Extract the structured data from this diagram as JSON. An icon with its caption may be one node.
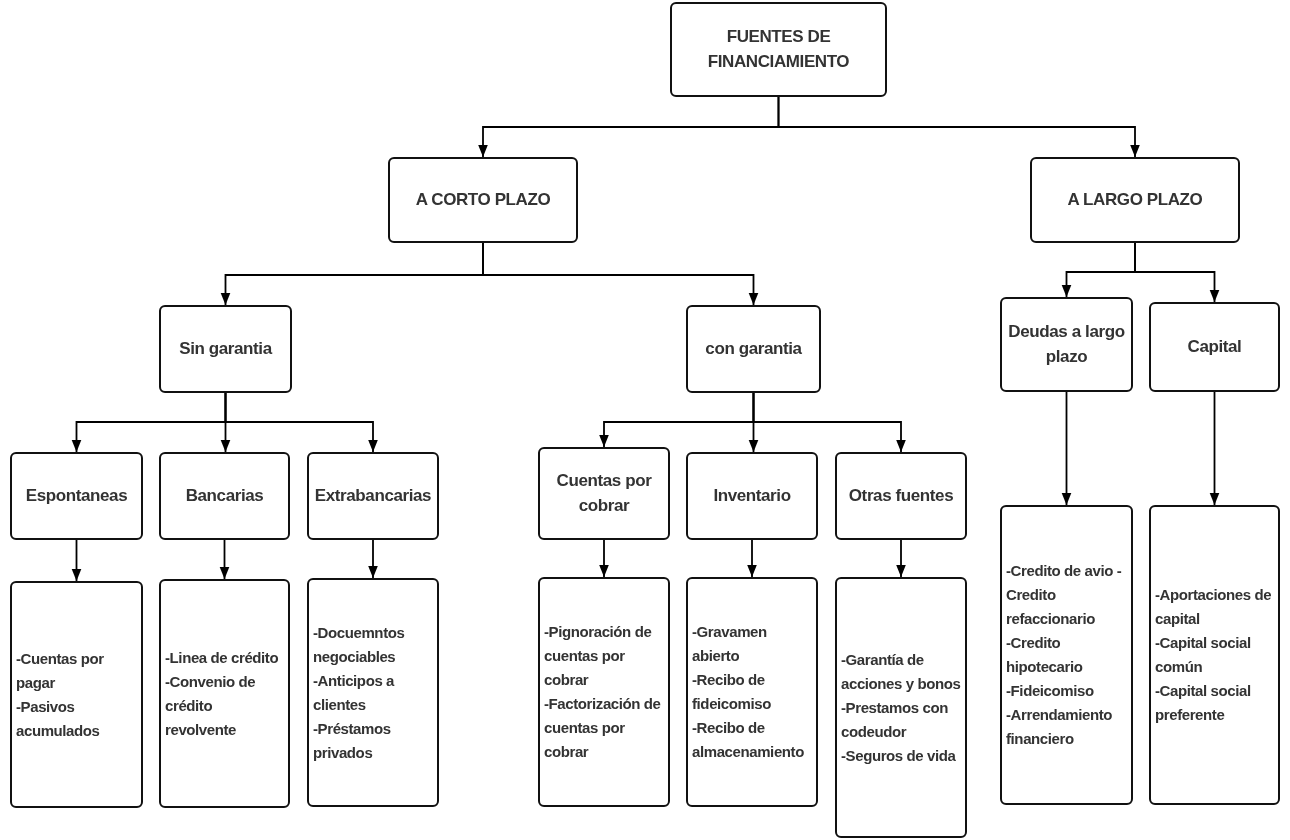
{
  "diagram": {
    "nodes": [
      {
        "text": [
          "FUENTES DE FINANCIAMIENTO"
        ]
      },
      {
        "text": [
          "A CORTO PLAZO"
        ]
      },
      {
        "text": [
          "A LARGO PLAZO"
        ]
      },
      {
        "text": [
          "Sin garantia"
        ]
      },
      {
        "text": [
          "con garantia"
        ]
      },
      {
        "text": [
          "Deudas a largo plazo"
        ]
      },
      {
        "text": [
          "Capital"
        ]
      },
      {
        "text": [
          "Espontaneas"
        ]
      },
      {
        "text": [
          "Bancarias"
        ]
      },
      {
        "text": [
          "Extrabancarias"
        ]
      },
      {
        "text": [
          "Cuentas por cobrar"
        ]
      },
      {
        "text": [
          "Inventario"
        ]
      },
      {
        "text": [
          "Otras fuentes"
        ]
      },
      {
        "text": [
          "-Cuentas por pagar",
          "-Pasivos acumulados"
        ]
      },
      {
        "text": [
          "-Linea de crédito",
          "-Convenio de crédito revolvente"
        ]
      },
      {
        "text": [
          "-Docuemntos negociables",
          "-Anticipos a clientes",
          "-Préstamos privados"
        ]
      },
      {
        "text": [
          "-Pignoración de cuentas por cobrar",
          "-Factorización de cuentas por cobrar"
        ]
      },
      {
        "text": [
          "-Gravamen abierto",
          "-Recibo de fideicomiso",
          "-Recibo de almacenamiento"
        ]
      },
      {
        "text": [
          "-Garantía de acciones y bonos",
          "-Prestamos con codeudor",
          "-Seguros de vida"
        ]
      },
      {
        "text": [
          "-Credito de avio -Credito refaccionario",
          "-Credito hipotecario",
          "-Fideicomiso",
          "-Arrendamiento financiero"
        ]
      },
      {
        "text": [
          "-Aportaciones de capital",
          "-Capital social común",
          "-Capital social preferente"
        ]
      }
    ],
    "edges": [
      {
        "from": 0,
        "to": 1,
        "arrow": "to"
      },
      {
        "from": 0,
        "to": 2,
        "arrow": "to"
      },
      {
        "from": 1,
        "to": 3,
        "arrow": "to"
      },
      {
        "from": 1,
        "to": 4,
        "arrow": "to"
      },
      {
        "from": 2,
        "to": 5,
        "arrow": "to"
      },
      {
        "from": 2,
        "to": 6,
        "arrow": "to"
      },
      {
        "from": 3,
        "to": 7,
        "arrow": "to"
      },
      {
        "from": 3,
        "to": 8,
        "arrow": "to"
      },
      {
        "from": 3,
        "to": 9,
        "arrow": "to"
      },
      {
        "from": 4,
        "to": 10,
        "arrow": "to"
      },
      {
        "from": 4,
        "to": 11,
        "arrow": "to"
      },
      {
        "from": 4,
        "to": 12,
        "arrow": "to"
      },
      {
        "from": 7,
        "to": 13,
        "arrow": "to"
      },
      {
        "from": 8,
        "to": 14,
        "arrow": "to"
      },
      {
        "from": 9,
        "to": 15,
        "arrow": "to"
      },
      {
        "from": 10,
        "to": 16,
        "arrow": "to"
      },
      {
        "from": 11,
        "to": 17,
        "arrow": "to"
      },
      {
        "from": 12,
        "to": 18,
        "arrow": "to"
      },
      {
        "from": 5,
        "to": 19,
        "arrow": "to"
      },
      {
        "from": 6,
        "to": 20,
        "arrow": "to"
      }
    ]
  }
}
